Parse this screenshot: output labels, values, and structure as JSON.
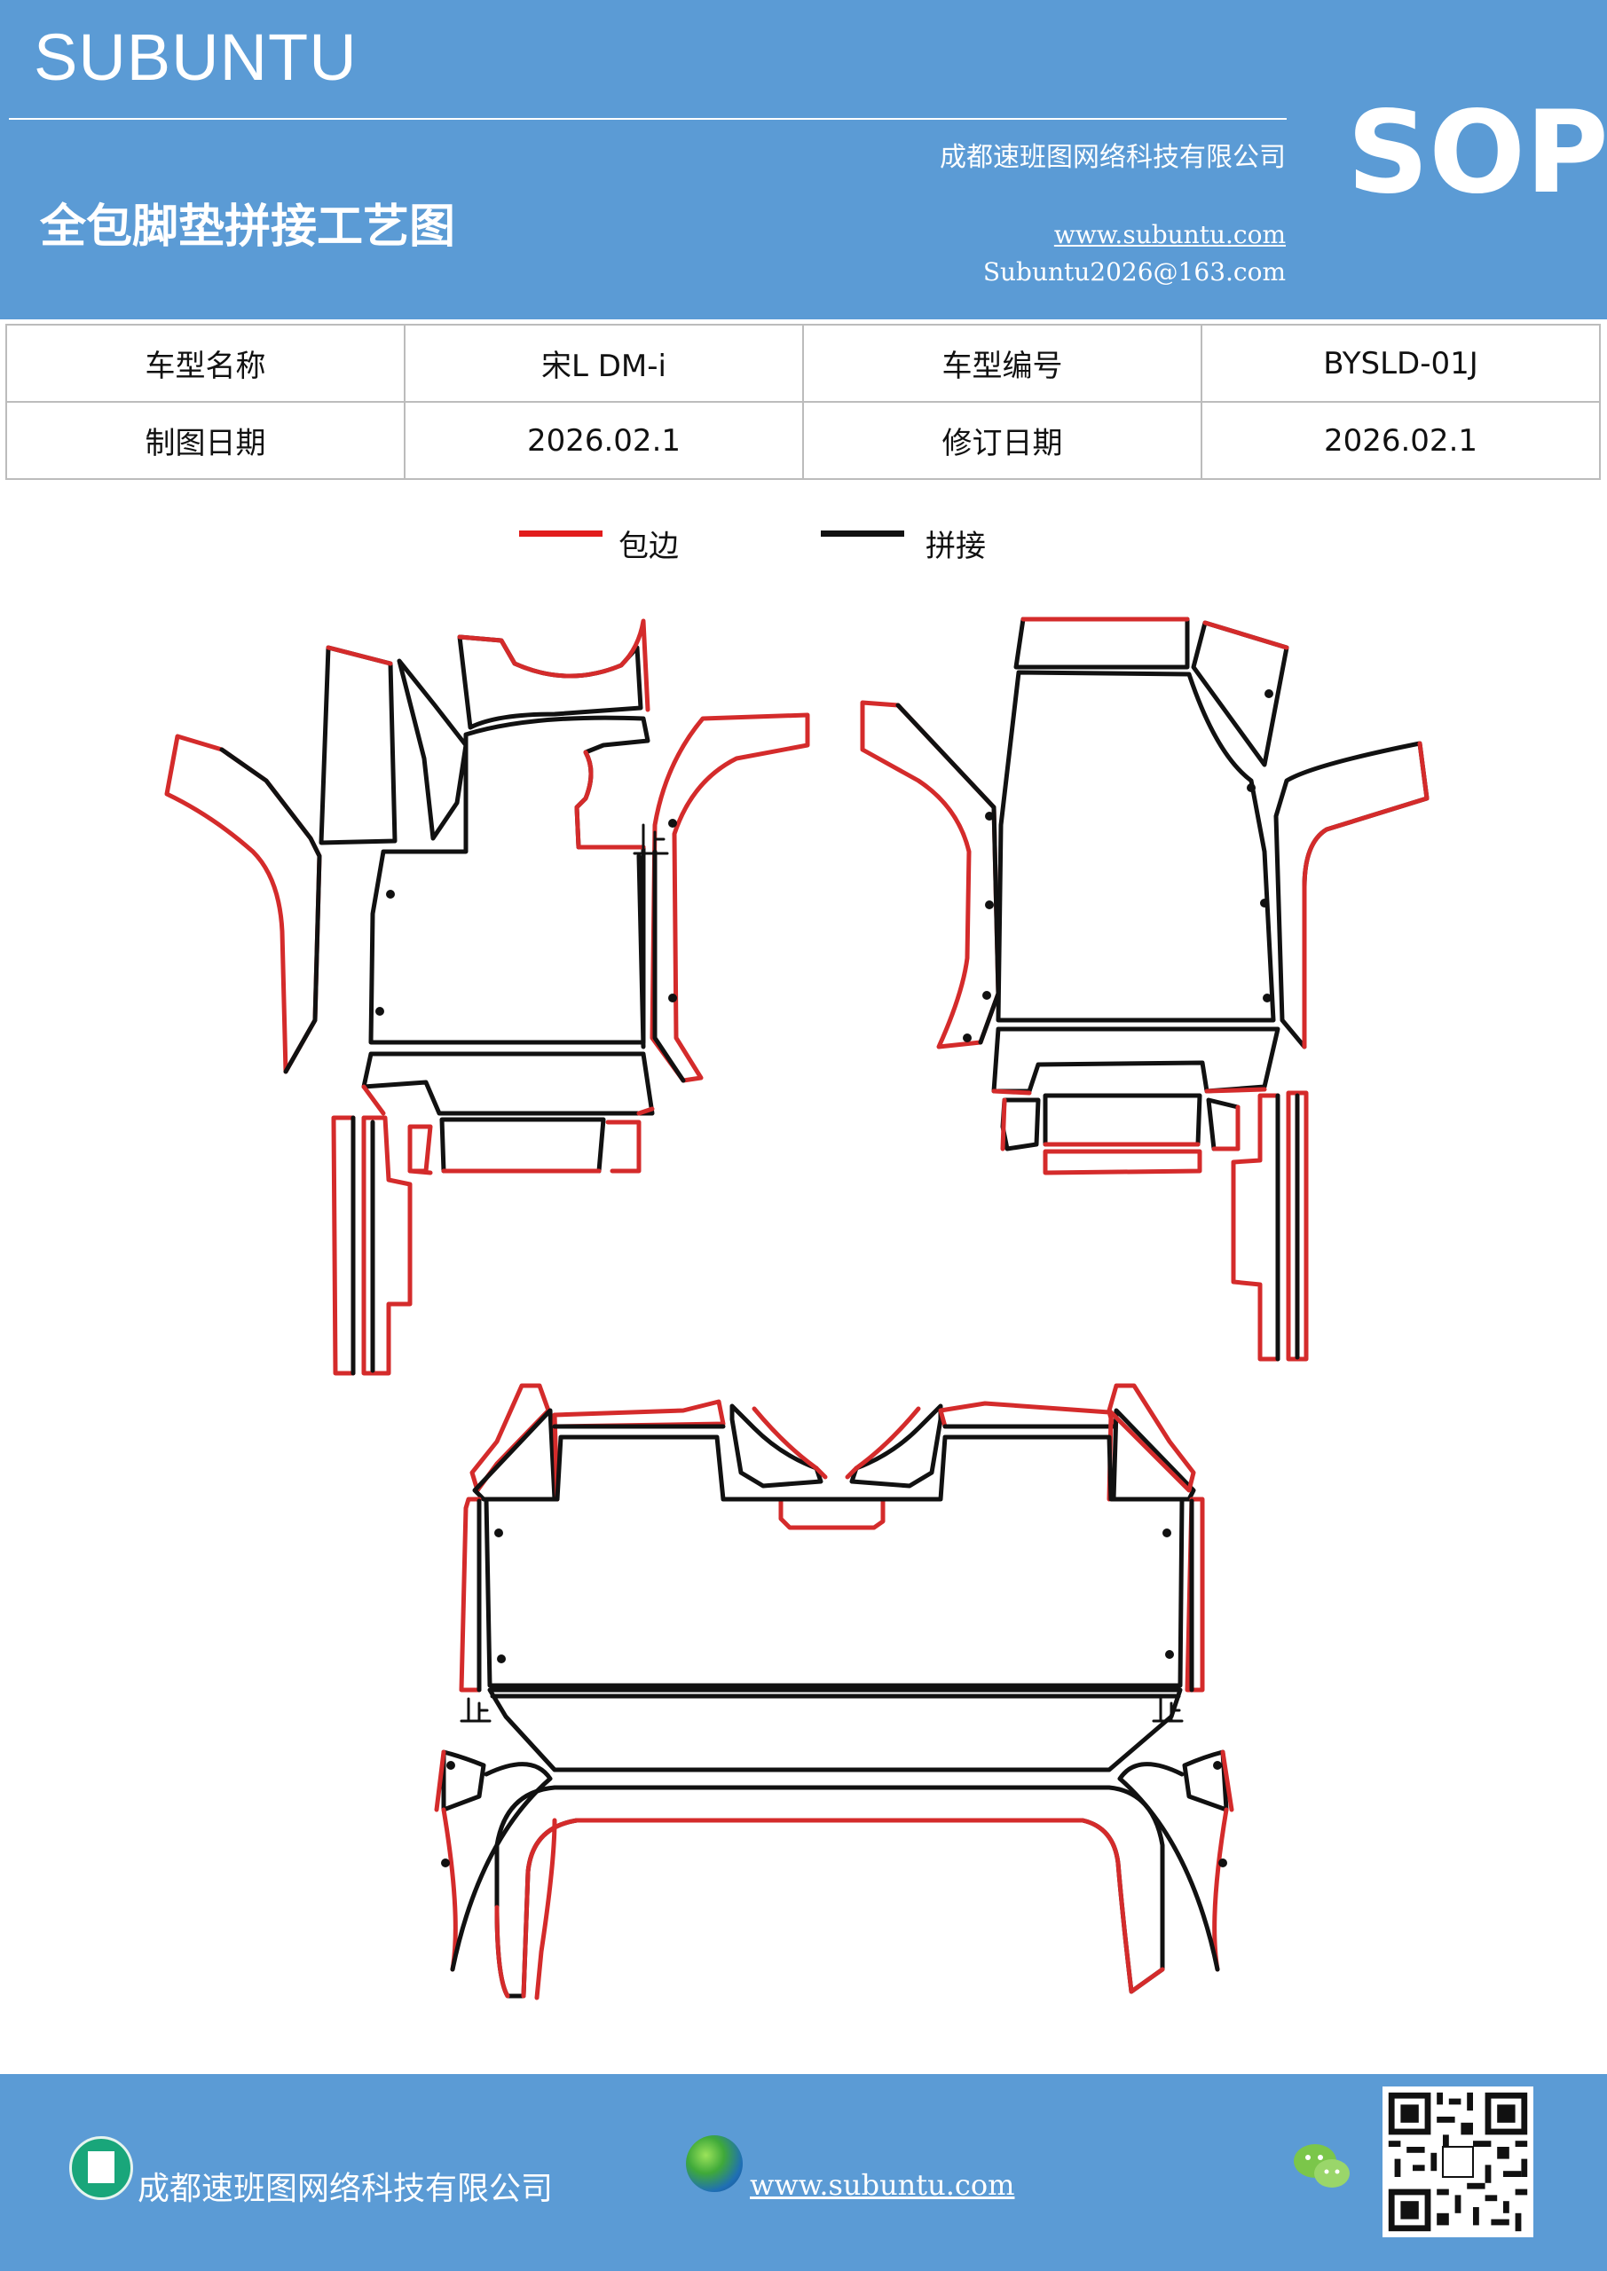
{
  "header": {
    "brand": "SUBUNTU",
    "sop_label": "SOP",
    "company": "成都速班图网络科技有限公司",
    "title": "全包脚垫拼接工艺图",
    "website": "www.subuntu.com",
    "email": "Subuntu2026@163.com"
  },
  "info_table": {
    "rows": [
      [
        "车型名称",
        "宋L  DM-i",
        "车型编号",
        "BYSLD-01J"
      ],
      [
        "制图日期",
        "2026.02.1",
        "修订日期",
        "2026.02.1"
      ]
    ]
  },
  "legend": {
    "items": [
      {
        "label": "包边",
        "color": "#e21c1c"
      },
      {
        "label": "拼接",
        "color": "#111111"
      }
    ]
  },
  "diagram": {
    "stop_marks": [
      "止",
      "止",
      "止"
    ],
    "edge_color": "#d42b2b",
    "seam_color": "#111111"
  },
  "footer": {
    "company": "成都速班图网络科技有限公司",
    "website": "www.subuntu.com",
    "icons": [
      "building-icon",
      "globe-icon",
      "wechat-icon",
      "qr-code"
    ]
  },
  "colors": {
    "header_blue": "#5b9bd5",
    "footer_blue": "#5b9bd5"
  }
}
